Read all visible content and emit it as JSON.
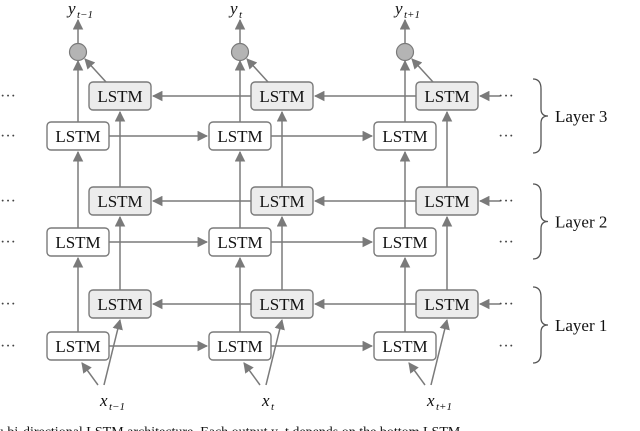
{
  "cell_label": "LSTM",
  "ellipsis": "···",
  "columns": [
    {
      "var": "y",
      "out_sub": "t−1",
      "in_var": "x",
      "in_sub": "t−1"
    },
    {
      "var": "y",
      "out_sub": "t",
      "in_var": "x",
      "in_sub": "t"
    },
    {
      "var": "y",
      "out_sub": "t+1",
      "in_var": "x",
      "in_sub": "t+1"
    }
  ],
  "layers": [
    "Layer 3",
    "Layer 2",
    "Layer 1"
  ],
  "caption_fragment": "ı bi-directional LSTM architecture. Each output y_t depends on the bottom LSTM...",
  "colors": {
    "forward_fill": "#ffffff",
    "backward_fill": "#ececec",
    "stroke": "#7a7a7a",
    "output_node": "#b4b4b4"
  }
}
